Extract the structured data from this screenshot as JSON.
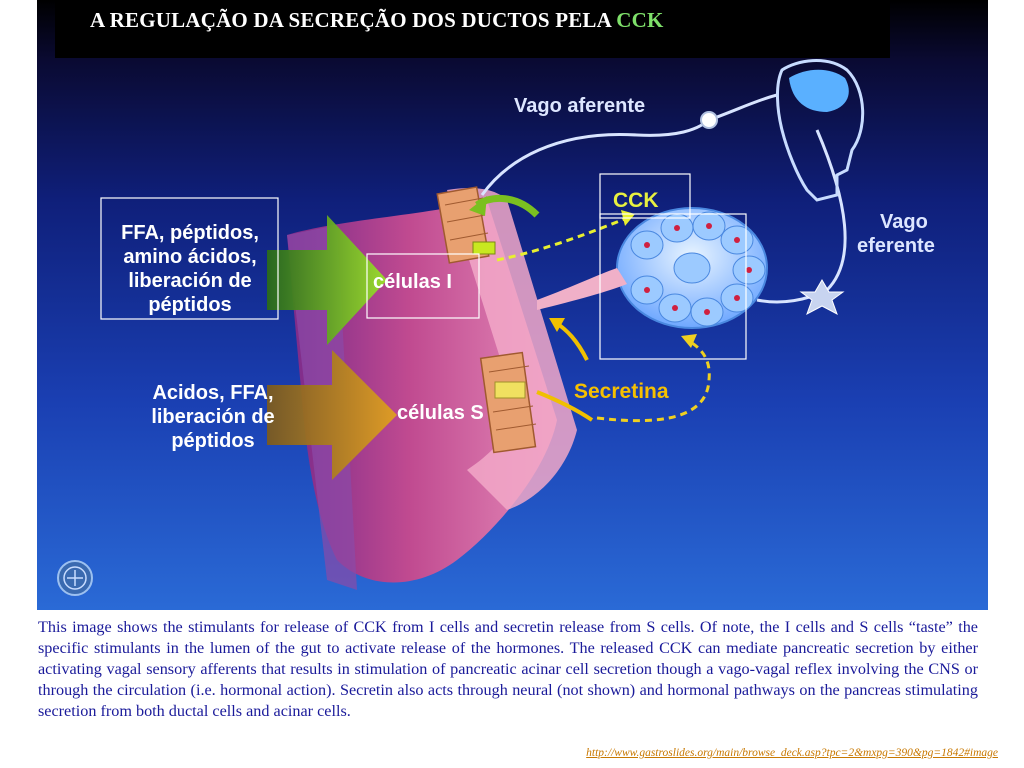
{
  "slide": {
    "title_main": "A REGULAÇÃO DA SECREÇÃO DOS DUCTOS PELA ",
    "title_accent": "CCK",
    "accent_color": "#7ee06a"
  },
  "diagram": {
    "labels": {
      "vago_aferente": "Vago aferente",
      "vago_eferente_1": "Vago",
      "vago_eferente_2": "eferente",
      "cck": "CCK",
      "celulas_i": "células I",
      "celulas_s": "células S",
      "secretina": "Secretina",
      "stim_i_line1": "FFA, péptidos,",
      "stim_i_line2": "amino ácidos,",
      "stim_i_line3": "liberación de",
      "stim_i_line4": "péptidos",
      "stim_s_line1": "Acidos, FFA,",
      "stim_s_line2": "liberación de",
      "stim_s_line3": "péptidos"
    },
    "logo_icon": "agafa-logo-icon",
    "colors": {
      "gut": "#b0407e",
      "cck_arrow": "#c8e820",
      "secretin_arrow": "#f0c000",
      "nerve": "#d8e4ff",
      "acinus": "#6fb4ff"
    }
  },
  "caption": {
    "text": "This image shows the stimulants for release of CCK from I cells and secretin release from S cells. Of note, the I cells and S cells “taste” the specific stimulants in the lumen of the gut to activate release of the hormones. The released CCK can mediate pancreatic secretion by either activating vagal sensory afferents that results in stimulation of pancreatic acinar cell secretion though a vago-vagal reflex involving the CNS or through the circulation (i.e. hormonal action). Secretin also acts through neural (not shown) and hormonal pathways on the pancreas stimulating secretion from both ductal cells and acinar cells."
  },
  "source": {
    "url": "http://www.gastroslides.org/main/browse_deck.asp?tpc=2&mxpg=390&pg=1842#image"
  }
}
